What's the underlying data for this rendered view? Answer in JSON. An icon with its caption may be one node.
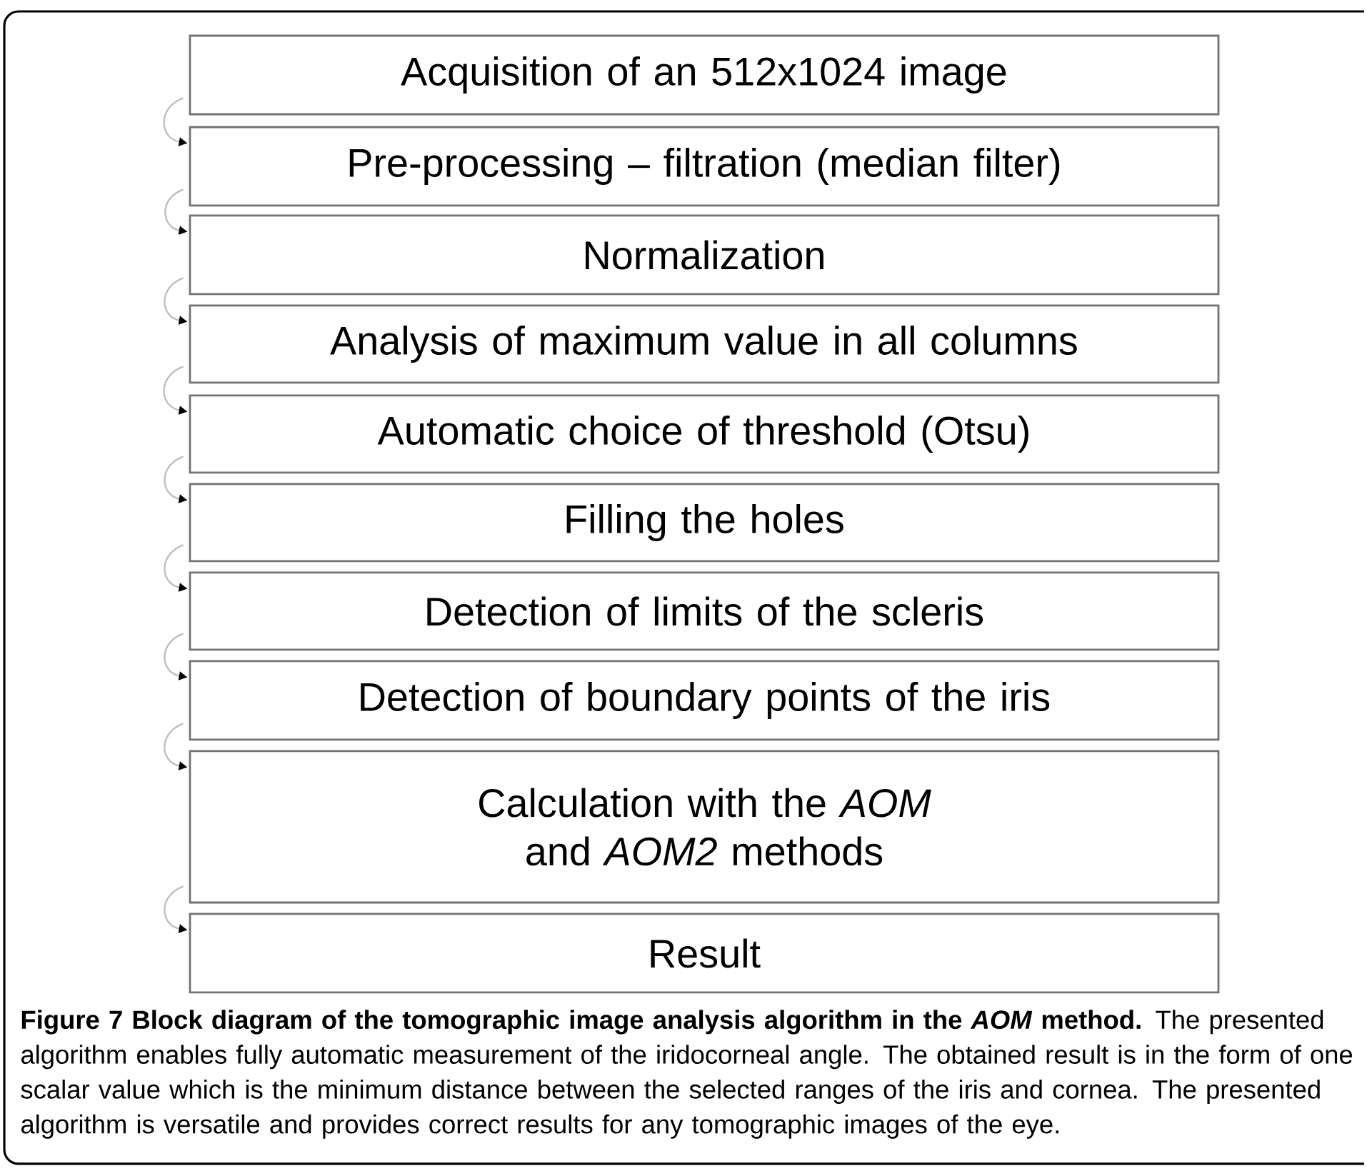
{
  "diagram": {
    "title": "Figure 7 Block diagram of the tomographic image analysis algorithm in the *AOM* method.",
    "caption": "The presented algorithm enables fully automatic measurement of the iridocorneal angle. The obtained result is in the form of one scalar value which is the minimum distance between the selected ranges of the iris and cornea. The presented algorithm is versatile and provides correct results for any tomographic images of the eye.",
    "nodes": [
      {
        "text": [
          "Acquisition of an 512x1024 image"
        ]
      },
      {
        "text": [
          "Pre-processing – filtration (median filter)"
        ]
      },
      {
        "text": [
          "Normalization"
        ]
      },
      {
        "text": [
          "Analysis of maximum value in all columns"
        ]
      },
      {
        "text": [
          "Automatic choice of threshold (Otsu)"
        ]
      },
      {
        "text": [
          "Filling the holes"
        ]
      },
      {
        "text": [
          "Detection of limits of the scleris"
        ]
      },
      {
        "text": [
          "Detection of boundary points of the iris"
        ]
      },
      {
        "text": [
          "Calculation with the *AOM* and *AOM2* methods"
        ]
      },
      {
        "text": [
          "Result"
        ]
      }
    ],
    "edges": [
      {
        "from": 0,
        "to": 1,
        "arrow": "to"
      },
      {
        "from": 1,
        "to": 2,
        "arrow": "to"
      },
      {
        "from": 2,
        "to": 3,
        "arrow": "to"
      },
      {
        "from": 3,
        "to": 4,
        "arrow": "to"
      },
      {
        "from": 4,
        "to": 5,
        "arrow": "to"
      },
      {
        "from": 5,
        "to": 6,
        "arrow": "to"
      },
      {
        "from": 6,
        "to": 7,
        "arrow": "to"
      },
      {
        "from": 7,
        "to": 8,
        "arrow": "to"
      },
      {
        "from": 8,
        "to": 9,
        "arrow": "to"
      }
    ]
  }
}
